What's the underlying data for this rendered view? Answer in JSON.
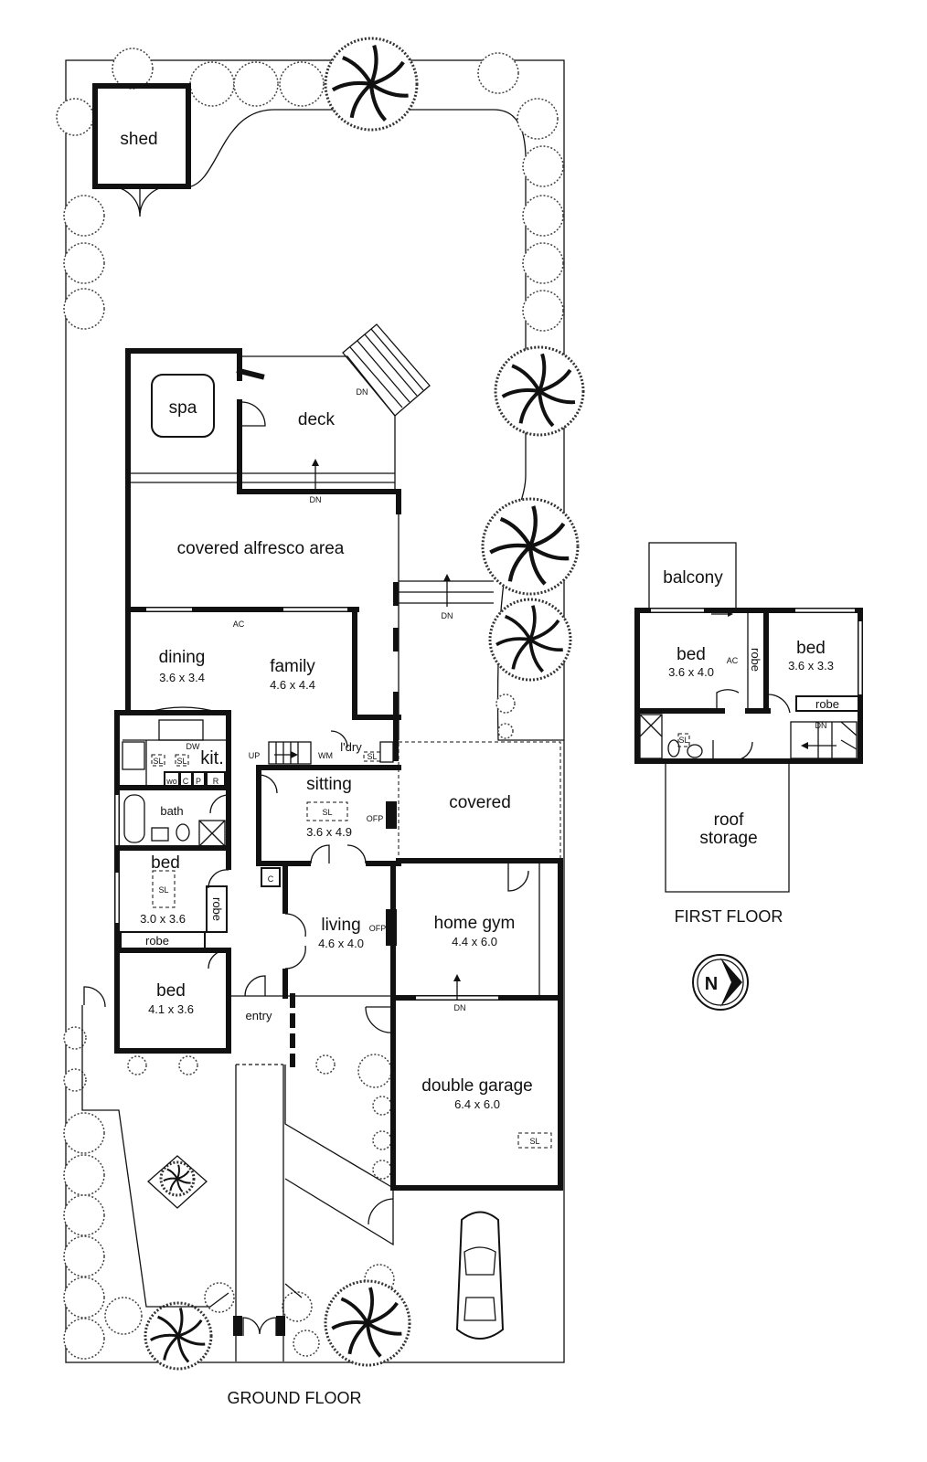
{
  "ground_floor": {
    "title": "GROUND FLOOR",
    "rooms": {
      "shed": "shed",
      "spa": "spa",
      "deck": "deck",
      "alfresco": "covered alfresco area",
      "dining": "dining",
      "dining_dim": "3.6 x 3.4",
      "family": "family",
      "family_dim": "4.6 x 4.4",
      "kit": "kit.",
      "ldry": "l'dry",
      "sitting": "sitting",
      "sitting_dim": "3.6 x 4.9",
      "covered": "covered",
      "bath": "bath",
      "bed1": "bed",
      "bed1_dim": "3.0 x 3.6",
      "robe1": "robe",
      "robe2": "robe",
      "living": "living",
      "living_dim": "4.6 x 4.0",
      "home_gym": "home gym",
      "home_gym_dim": "4.4 x 6.0",
      "bed2": "bed",
      "bed2_dim": "4.1 x 3.6",
      "entry": "entry",
      "garage": "double garage",
      "garage_dim": "6.4 x 6.0"
    },
    "annotations": {
      "dn": "DN",
      "up": "UP",
      "ac": "AC",
      "dw": "DW",
      "wm": "WM",
      "sl": "SL",
      "ofp": "OFP",
      "c": "C",
      "wo": "wo",
      "p": "P",
      "r": "R"
    }
  },
  "first_floor": {
    "title": "FIRST FLOOR",
    "rooms": {
      "balcony": "balcony",
      "bed1": "bed",
      "bed1_dim": "3.6 x 4.0",
      "bed2": "bed",
      "bed2_dim": "3.6 x 3.3",
      "robe1": "robe",
      "robe2": "robe",
      "roof_storage_1": "roof",
      "roof_storage_2": "storage"
    },
    "annotations": {
      "ac": "AC",
      "dn": "DN",
      "sl": "SL"
    }
  },
  "compass": {
    "label": "N"
  }
}
